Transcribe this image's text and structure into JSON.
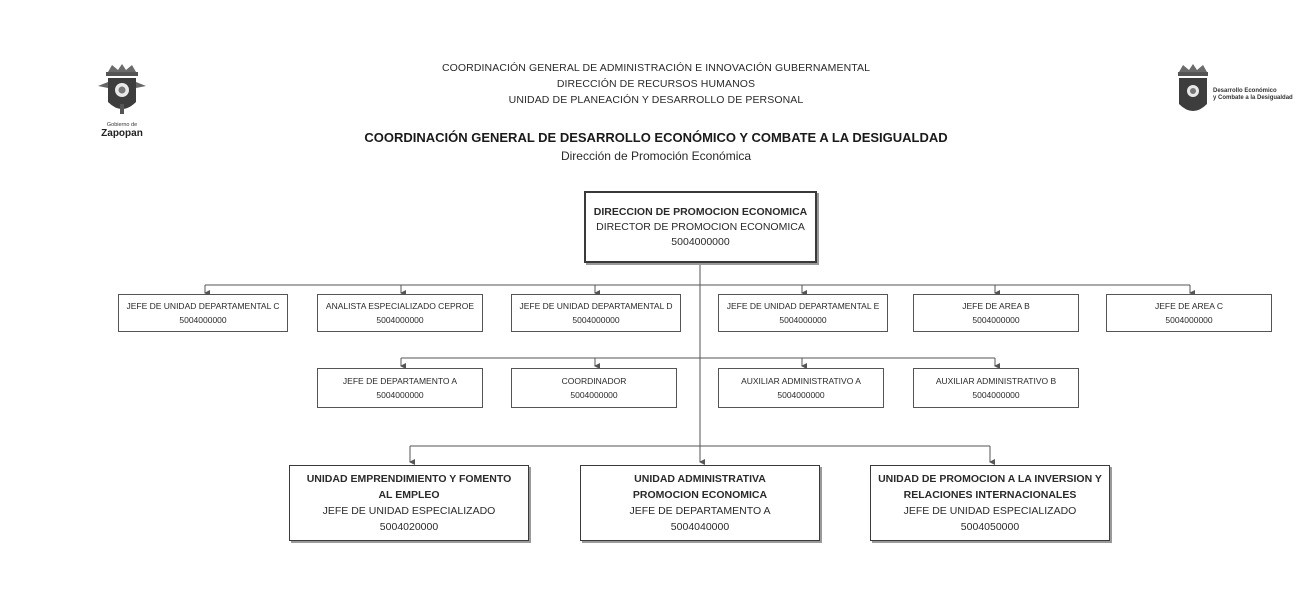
{
  "header": {
    "line1": "COORDINACIÓN GENERAL DE ADMINISTRACIÓN E INNOVACIÓN GUBERNAMENTAL",
    "line2": "DIRECCIÓN DE RECURSOS HUMANOS",
    "line3": "UNIDAD DE PLANEACIÓN Y DESARROLLO DE PERSONAL"
  },
  "coordination": {
    "title": "COORDINACIÓN GENERAL DE DESARROLLO ECONÓMICO Y COMBATE A LA DESIGUALDAD",
    "subtitle": "Dirección de Promoción Económica"
  },
  "logos": {
    "left_caption_small": "Gobierno de",
    "left_caption": "Zapopan",
    "right_line1": "Desarrollo Económico",
    "right_line2": "y Combate a la Desigualdad"
  },
  "top_box": {
    "title": "DIRECCION DE PROMOCION ECONOMICA",
    "role": "DIRECTOR DE PROMOCION ECONOMICA",
    "code": "5004000000"
  },
  "row1": [
    {
      "role": "JEFE DE UNIDAD DEPARTAMENTAL C",
      "code": "5004000000"
    },
    {
      "role": "ANALISTA ESPECIALIZADO CEPROE",
      "code": "5004000000"
    },
    {
      "role": "JEFE DE UNIDAD DEPARTAMENTAL D",
      "code": "5004000000"
    },
    {
      "role": "JEFE DE UNIDAD DEPARTAMENTAL E",
      "code": "5004000000"
    },
    {
      "role": "JEFE DE AREA B",
      "code": "5004000000"
    },
    {
      "role": "JEFE DE AREA C",
      "code": "5004000000"
    }
  ],
  "row2": [
    {
      "role": "JEFE DE DEPARTAMENTO A",
      "code": "5004000000"
    },
    {
      "role": "COORDINADOR",
      "code": "5004000000"
    },
    {
      "role": "AUXILIAR ADMINISTRATIVO A",
      "code": "5004000000"
    },
    {
      "role": "AUXILIAR ADMINISTRATIVO B",
      "code": "5004000000"
    }
  ],
  "units": [
    {
      "title": "UNIDAD EMPRENDIMIENTO Y FOMENTO AL EMPLEO",
      "role": "JEFE DE UNIDAD ESPECIALIZADO",
      "code": "5004020000"
    },
    {
      "title": "UNIDAD ADMINISTRATIVA PROMOCION ECONOMICA",
      "role": "JEFE DE DEPARTAMENTO A",
      "code": "5004040000"
    },
    {
      "title": "UNIDAD DE PROMOCION A LA INVERSION Y RELACIONES INTERNACIONALES",
      "role": "JEFE DE UNIDAD ESPECIALIZADO",
      "code": "5004050000"
    }
  ],
  "colors": {
    "line": "#555555",
    "text": "#1f1f1f",
    "logo_left_accent": "#7a7a7a"
  }
}
